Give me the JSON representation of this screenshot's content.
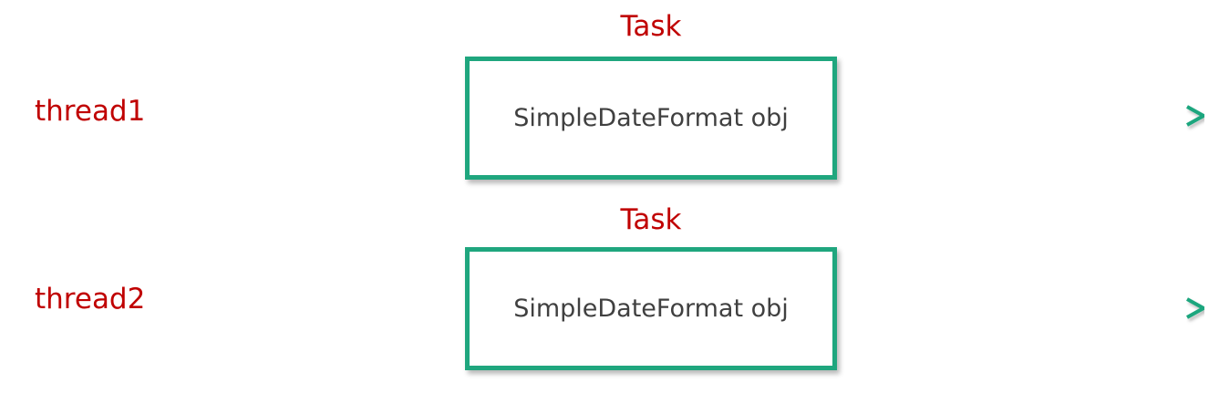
{
  "colors": {
    "label": "#c00000",
    "connector": "#1fa67e",
    "box_text": "#404040"
  },
  "rows": [
    {
      "thread_label": "thread1",
      "task_label": "Task",
      "object_label": "SimpleDateFormat obj"
    },
    {
      "thread_label": "thread2",
      "task_label": "Task",
      "object_label": "SimpleDateFormat obj"
    }
  ]
}
